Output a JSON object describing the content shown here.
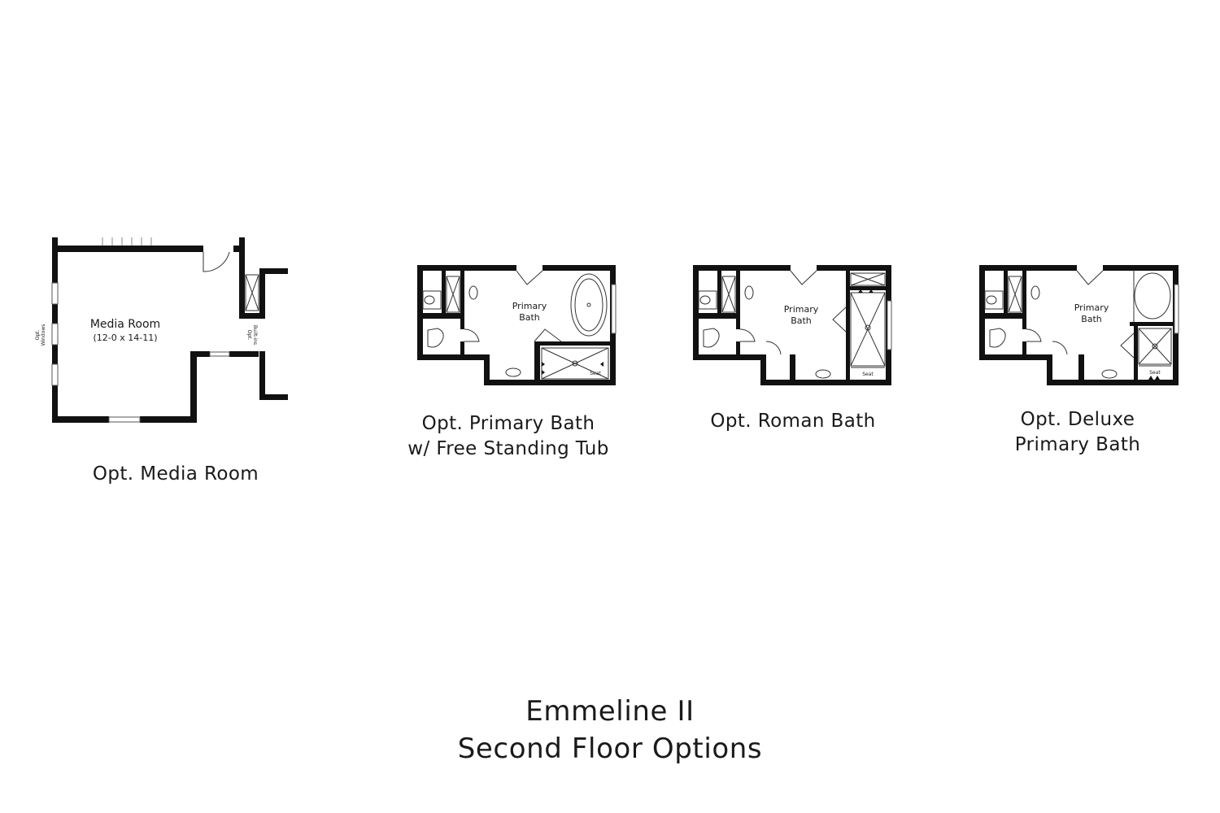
{
  "plans": {
    "media_room": {
      "caption": "Opt. Media Room",
      "room_name": "Media Room",
      "room_dims": "(12-0 x 14-11)",
      "windows_label_1": "Opt.",
      "windows_label_2": "Windows",
      "builtins_label_1": "Opt.",
      "builtins_label_2": "Built-ins"
    },
    "primary_bath_tub": {
      "caption_line1": "Opt. Primary Bath",
      "caption_line2": "w/ Free Standing Tub",
      "room_line1": "Primary",
      "room_line2": "Bath",
      "seat_label": "Seat"
    },
    "roman_bath": {
      "caption": "Opt. Roman Bath",
      "room_line1": "Primary",
      "room_line2": "Bath",
      "seat_label": "Seat"
    },
    "deluxe_bath": {
      "caption_line1": "Opt. Deluxe",
      "caption_line2": "Primary Bath",
      "room_line1": "Primary",
      "room_line2": "Bath",
      "seat_label": "Seat"
    }
  },
  "footer": {
    "model_name": "Emmeline II",
    "subtitle": "Second Floor Options"
  }
}
